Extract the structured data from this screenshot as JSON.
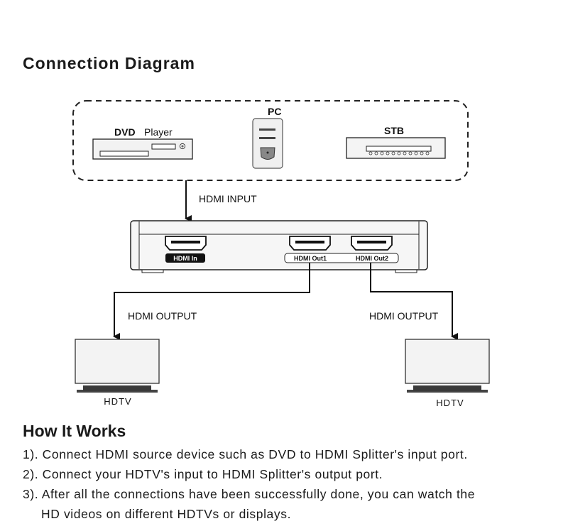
{
  "header": {
    "title": "Connection Diagram"
  },
  "sources": {
    "dvd": {
      "label_bold": "DVD",
      "label_rest": "Player"
    },
    "pc": {
      "label": "PC"
    },
    "stb": {
      "label": "STB"
    }
  },
  "arrows": {
    "input_label": "HDMI INPUT",
    "output_left_label": "HDMI OUTPUT",
    "output_right_label": "HDMI OUTPUT"
  },
  "splitter": {
    "port_in": "HDMI In",
    "port_out1": "HDMI Out1",
    "port_out2": "HDMI Out2"
  },
  "displays": {
    "left": {
      "label": "HDTV"
    },
    "right": {
      "label": "HDTV"
    }
  },
  "how_it_works": {
    "title": "How It Works",
    "steps": [
      "1). Connect HDMI source device such as DVD to HDMI Splitter's input port.",
      "2). Connect your HDTV's input to HDMI Splitter's output port.",
      "3). After all the connections have been successfully done, you can watch the",
      "HD videos on different HDTVs or displays."
    ]
  }
}
